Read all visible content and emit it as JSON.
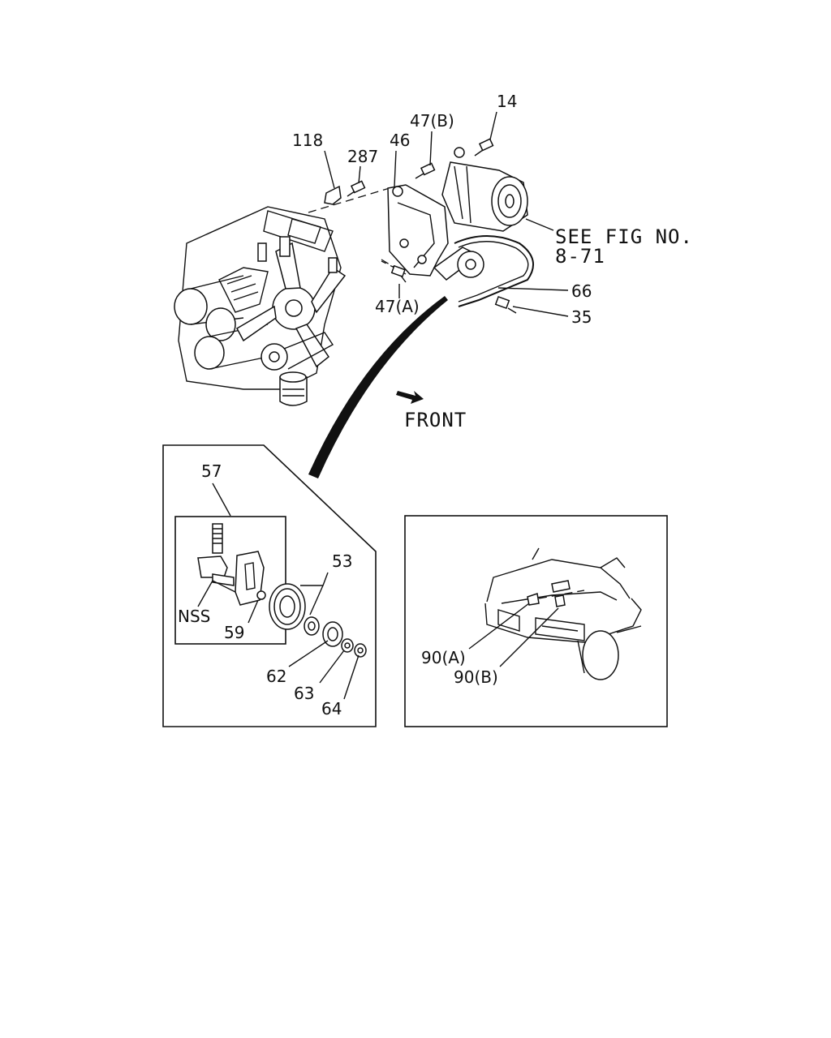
{
  "labels": {
    "p14": "14",
    "p47b": "47(B)",
    "p118": "118",
    "p287": "287",
    "p46": "46",
    "see_fig_1": "SEE FIG NO.",
    "see_fig_2": "8-71",
    "p66": "66",
    "p47a": "47(A)",
    "p35": "35",
    "front": "FRONT",
    "p57": "57",
    "p53": "53",
    "nss": "NSS",
    "p59": "59",
    "p62": "62",
    "p63": "63",
    "p64": "64",
    "p90a": "90(A)",
    "p90b": "90(B)"
  }
}
